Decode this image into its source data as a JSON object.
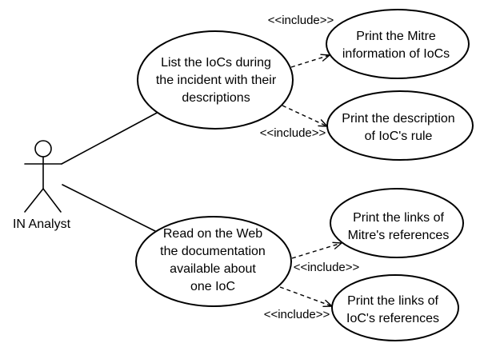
{
  "colors": {
    "ink": "#000000",
    "background": "#ffffff"
  },
  "actor": {
    "label": "IN Analyst"
  },
  "relationships": {
    "include_stereotype": "<<include>>"
  },
  "use_cases": {
    "list_iocs": {
      "lines": [
        "List the IoCs during",
        "the incident with their",
        "descriptions"
      ]
    },
    "read_web_doc": {
      "lines": [
        "Read on the Web",
        "the documentation",
        "available about",
        "one IoC"
      ]
    },
    "print_mitre_info": {
      "lines": [
        "Print the Mitre",
        "information of IoCs"
      ]
    },
    "print_ioc_rule_desc": {
      "lines": [
        "Print the description",
        "of IoC's rule"
      ]
    },
    "print_mitre_refs": {
      "lines": [
        "Print the links of",
        "Mitre's references"
      ]
    },
    "print_ioc_refs": {
      "lines": [
        "Print the links of",
        "IoC's references"
      ]
    }
  }
}
